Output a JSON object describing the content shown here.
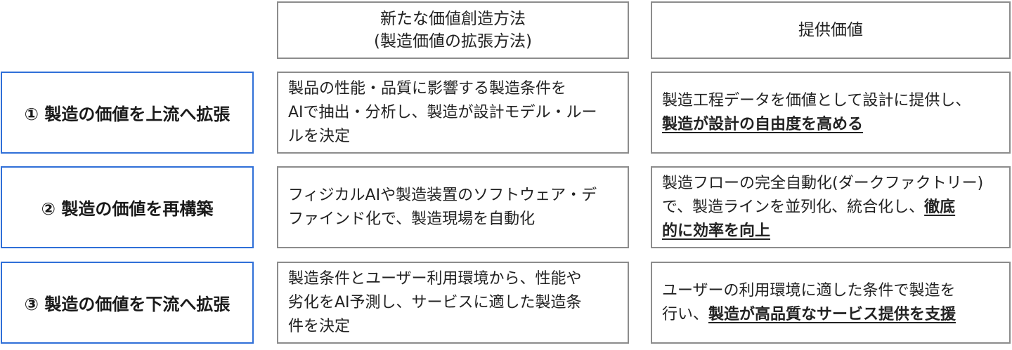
{
  "headers": {
    "method_line1": "新たな価値創造方法",
    "method_line2": "(製造価値の拡張方法)",
    "value": "提供価値"
  },
  "rows": [
    {
      "label": "① 製造の価値を上流へ拡張",
      "method_lines": [
        "製品の性能・品質に影響する製造条件を",
        "AIで抽出・分析し、製造が設計モデル・ルー",
        "ルを決定"
      ],
      "value_line1": "製造工程データを価値として設計に提供し、",
      "value_line2_plain": "",
      "value_line2_emph": "製造が設計の自由度を高める",
      "value_line3_emph": ""
    },
    {
      "label": "② 製造の価値を再構築",
      "method_lines": [
        "フィジカルAIや製造装置のソフトウェア・デ",
        "ファインド化で、製造現場を自動化"
      ],
      "value_line1": "製造フローの完全自動化(ダークファクトリー)",
      "value_line2_plain": "で、製造ラインを並列化、統合化し、",
      "value_line2_emph": "徹底",
      "value_line3_emph": "的に効率を向上"
    },
    {
      "label": "③ 製造の価値を下流へ拡張",
      "method_lines": [
        "製造条件とユーザー利用環境から、性能や",
        "劣化をAI予測し、サービスに適した製造条",
        "件を決定"
      ],
      "value_line1": "ユーザーの利用環境に適した条件で製造を",
      "value_line2_plain": "行い、",
      "value_line2_emph": "製造が高品質なサービス提供を支援",
      "value_line3_emph": ""
    }
  ],
  "colors": {
    "row_label_border": "#2f6fd8",
    "cell_border": "#8c8c8c"
  }
}
